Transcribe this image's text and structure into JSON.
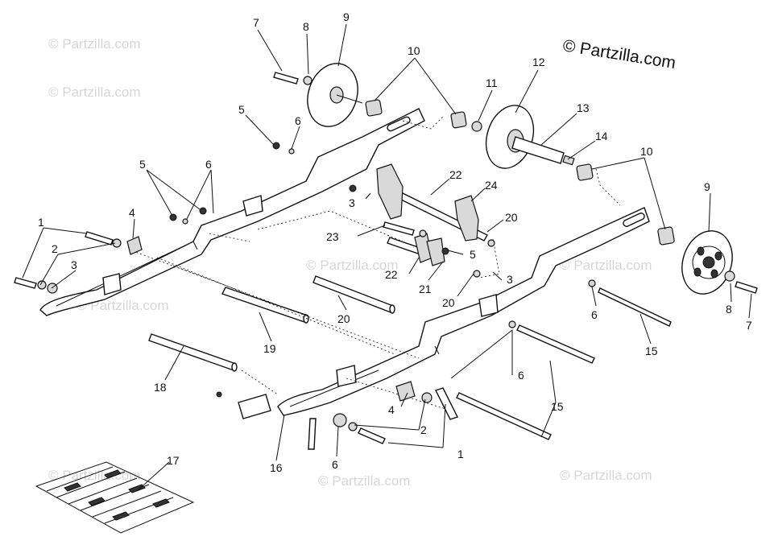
{
  "brand": "© Partzilla.com",
  "watermark": "© Partzilla.com",
  "callouts": {
    "c1": "1",
    "c2": "2",
    "c3": "3",
    "c4": "4",
    "c5": "5",
    "c6": "6",
    "c7": "7",
    "c8": "8",
    "c9": "9",
    "c10": "10",
    "c11": "11",
    "c12": "12",
    "c13": "13",
    "c14": "14",
    "c15": "15",
    "c16": "16",
    "c17": "17",
    "c18": "18",
    "c19": "19",
    "c20": "20",
    "c21": "21",
    "c22": "22",
    "c23": "23",
    "c24": "24"
  }
}
